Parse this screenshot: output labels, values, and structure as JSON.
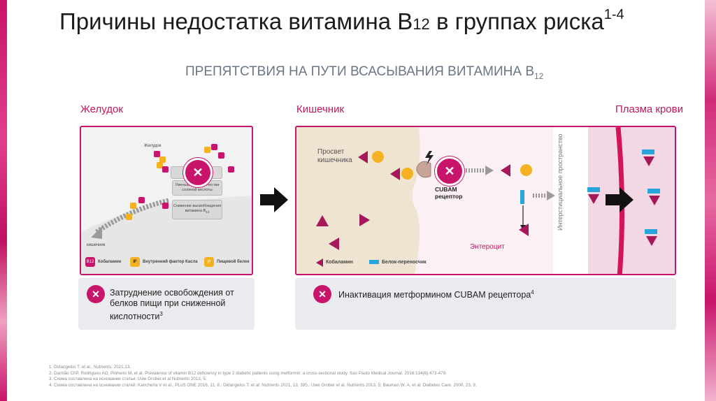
{
  "title": {
    "main": "Причины недостатка витамина B",
    "sub12": "12",
    "after": " в группах риска",
    "sup": "1-4"
  },
  "subtitle": {
    "main": "ПРЕПЯТСТВИЯ НА ПУТИ ВСАСЫВАНИЯ ВИТАМИНА B",
    "sub": "12"
  },
  "columns": {
    "stomach": "Желудок",
    "intestine": "Кишечник",
    "plasma": "Плазма крови"
  },
  "stomach_panel": {
    "label_stomach": "Желудок",
    "label_intestine": "кишечник",
    "box1": "Уменьшение количества соляной кислоты",
    "box2": "Снижение высвобождения витамина B",
    "box2_sub": "12",
    "legend": {
      "b12_icon": "B12",
      "b12": "Кобаламин",
      "if_icon": "IF",
      "if": "Внутренний фактор Касла",
      "p_icon": "P",
      "p": "Пищевой белок"
    }
  },
  "intestine_panel": {
    "lumen": "Просвет кишечника",
    "cubam": "CUBAM рецептор",
    "enterocyte": "Энтероцит",
    "interstitial": "Интерстициальное пространство",
    "legend": {
      "cobalamin": "Кобаламин",
      "carrier": "Белок-переносчик"
    }
  },
  "info1": {
    "text": "Затруднение освобождения от белков пищи при сниженной кислотности",
    "sup": "3"
  },
  "info2": {
    "text": "Инактивация метформином CUBAM рецептора",
    "sup": "4"
  },
  "references": [
    "1.   Didangelos T. et al., Nutrients. 2021,13.",
    "2.   Damião ChP, Rodrigues AO, Pinheiro M, et al. Prevalence of vitamin B12 deficiency in type 2 diabetic patients using metformin: a cross-sectional study. Sao Paulo Medical Journal. 2016;134(6):473-479.",
    "3.   Схема составлена на основании статьи: Uwe Grober.et al Nutrients 2013, 5.",
    "4.   Схема составлена на основании статей: Kancherla V et al., PLoS ONE 2016, 11, 8.; Didangelos T. et al: Nutrients 2021, 13, 395.; Uwe Grober et al. Nutrients 2013, 5; Bauman W. A. et al. Diabetes Care. 2000, 23, 9."
  ],
  "colors": {
    "accent": "#c8146a",
    "lumen": "#efe3d1",
    "gold": "#f4b223",
    "carrier": "#27a6de",
    "panel_gray": "#e9ebee"
  }
}
